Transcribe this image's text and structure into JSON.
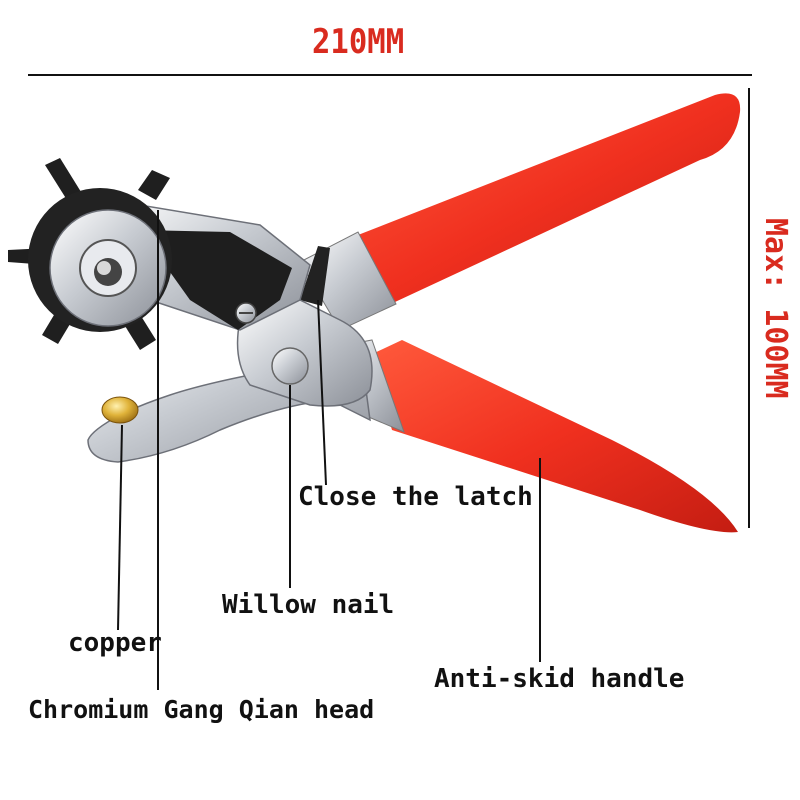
{
  "dimensions": {
    "width_label": "210MM",
    "height_label": "Max: 100MM",
    "color": "#d92b1f"
  },
  "callouts": {
    "close_latch": "Close the latch",
    "willow_nail": "Willow nail",
    "copper": "copper",
    "head": "Chromium Gang Qian head",
    "handle": "Anti-skid handle"
  },
  "colors": {
    "handle_red": "#f0301f",
    "metal": "#c9ccd1",
    "copper": "#d6a531"
  }
}
